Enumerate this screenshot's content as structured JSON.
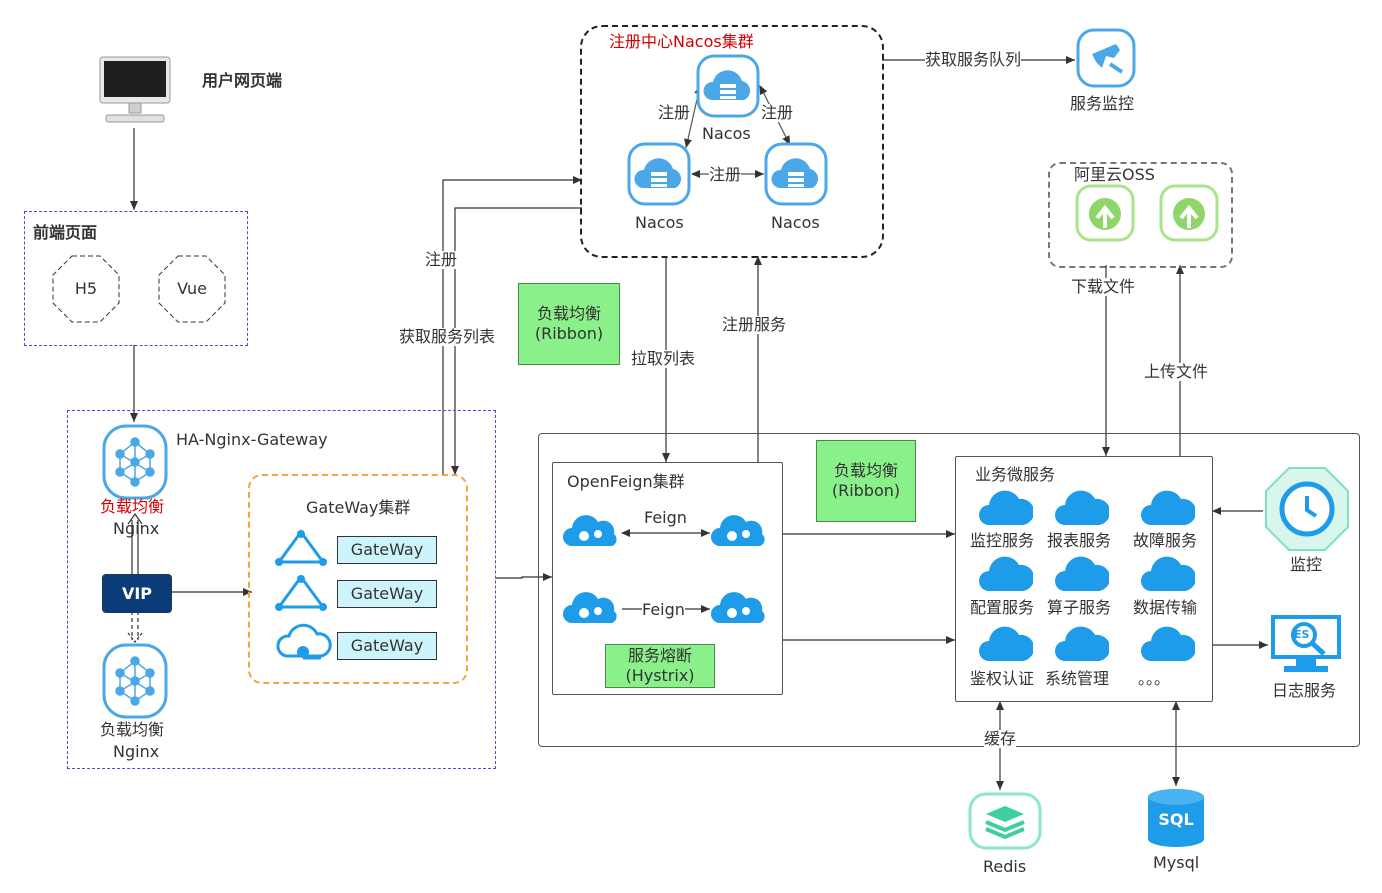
{
  "user": {
    "label": "用户网页端"
  },
  "frontend": {
    "title": "前端页面",
    "h5": "H5",
    "vue": "Vue"
  },
  "ha": {
    "title": "HA-Nginx-Gateway",
    "lb_top_1": "负载均衡",
    "lb_top_2": "Nginx",
    "vip": "VIP",
    "lb_bottom_1": "负载均衡",
    "lb_bottom_2": "Nginx"
  },
  "gateway": {
    "title": "GateWay集群",
    "items": [
      "GateWay",
      "GateWay",
      "GateWay"
    ]
  },
  "nacos": {
    "title": "注册中心Nacos集群",
    "top": "Nacos",
    "left": "Nacos",
    "right": "Nacos",
    "reg_left": "注册",
    "reg_right": "注册",
    "reg_mid": "注册"
  },
  "monitor_top": {
    "edge": "获取服务队列",
    "label": "服务监控"
  },
  "oss": {
    "title": "阿里云OSS",
    "download": "下载文件",
    "upload": "上传文件"
  },
  "edges": {
    "register": "注册",
    "get_list": "获取服务列表",
    "pull_list": "拉取列表",
    "register_service": "注册服务",
    "cache": "缓存"
  },
  "ribbon_left": {
    "line1": "负载均衡",
    "line2": "(Ribbon)"
  },
  "ribbon_mid": {
    "line1": "负载均衡",
    "line2": "(Ribbon)"
  },
  "openfeign": {
    "title": "OpenFeign集群",
    "feign1": "Feign",
    "feign2": "Feign",
    "hystrix1": "服务熔断",
    "hystrix2": "(Hystrix)"
  },
  "micro": {
    "title": "业务微服务",
    "services": [
      "监控服务",
      "报表服务",
      "故障服务",
      "配置服务",
      "算子服务",
      "数据传输",
      "鉴权认证",
      "系统管理",
      "。。。"
    ]
  },
  "monitor_right": {
    "label": "监控"
  },
  "log": {
    "label": "日志服务",
    "badge": "ES"
  },
  "redis": {
    "label": "Redis"
  },
  "mysql": {
    "label": "Mysql",
    "badge": "SQL"
  },
  "colors": {
    "accent_blue": "#1e9be9",
    "green_box": "#8af08a",
    "vip_fill": "#0b3c7a",
    "nacos_red": "#d40000",
    "gateway_orange": "#f4a340"
  }
}
